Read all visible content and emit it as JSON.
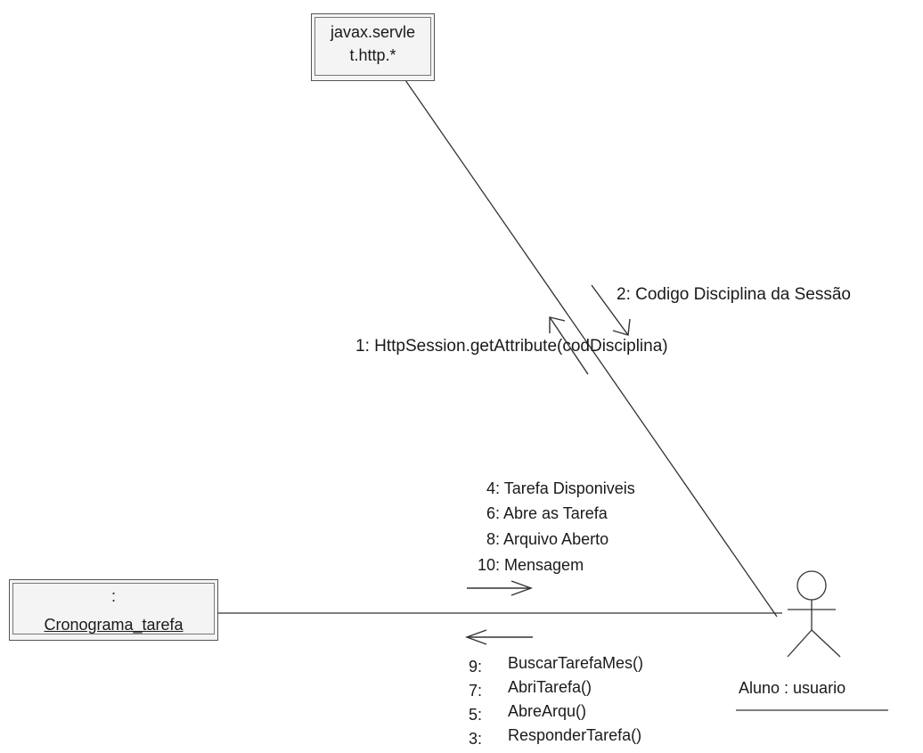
{
  "objects": {
    "servlet": {
      "line1": "javax.servle",
      "line2": "t.http.*"
    },
    "cronograma": {
      "prefix": ":",
      "name": "Cronograma_tarefa"
    }
  },
  "actor": {
    "label": "Aluno : usuario"
  },
  "messages_servlet": {
    "m1": "1: HttpSession.getAttribute(codDisciplina)",
    "m2": "2: Codigo Disciplina da Sessão"
  },
  "messages_to_actor": [
    "4: Tarefa Disponiveis",
    "6: Abre as Tarefa",
    "8: Arquivo Aberto",
    "10: Mensagem"
  ],
  "messages_to_cronograma": [
    {
      "num": "9:",
      "text": "BuscarTarefaMes()"
    },
    {
      "num": "7:",
      "text": "AbriTarefa()"
    },
    {
      "num": "5:",
      "text": "AbreArqu()"
    },
    {
      "num": "3:",
      "text": "ResponderTarefa()"
    }
  ]
}
